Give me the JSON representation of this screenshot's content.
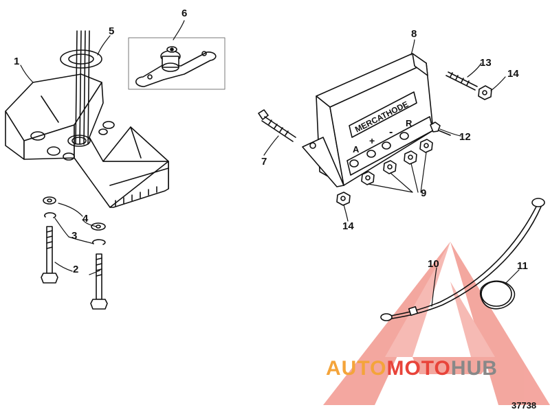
{
  "callouts": {
    "c1": "1",
    "c2": "2",
    "c3": "3",
    "c4": "4",
    "c5": "5",
    "c6": "6",
    "c7": "7",
    "c8": "8",
    "c9": "9",
    "c10": "10",
    "c11": "11",
    "c12": "12",
    "c13": "13",
    "c14a": "14",
    "c14b": "14"
  },
  "module": {
    "brand": "MERCATHODE",
    "terminal_a": "A",
    "terminal_plus": "+",
    "terminal_minus": "-",
    "terminal_r": "R"
  },
  "figure_number": "37738",
  "watermark": {
    "part1": "AUTO",
    "part2": "MOTO",
    "part3": "HUB",
    "color_orange": "#f4a43a",
    "color_red": "#e8443a",
    "color_gray": "#888888"
  }
}
